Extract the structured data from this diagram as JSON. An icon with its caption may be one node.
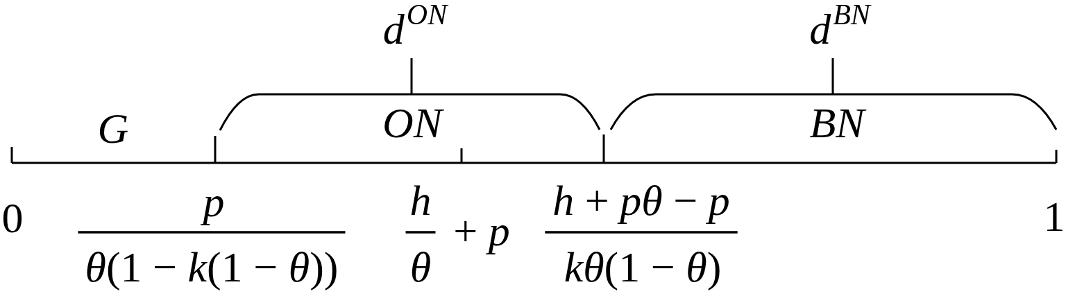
{
  "diagram": {
    "labels": [
      "d$^{ON}$",
      "d$^{BN}$",
      "G",
      "ON",
      "BN",
      "0",
      "p",
      "*θ*(1 − *k*(1 − *θ*))",
      "h",
      "θ",
      "+ *p*",
      "*h* + *pθ* − *p*",
      "*kθ*(1 − *θ*)",
      "1"
    ]
  }
}
